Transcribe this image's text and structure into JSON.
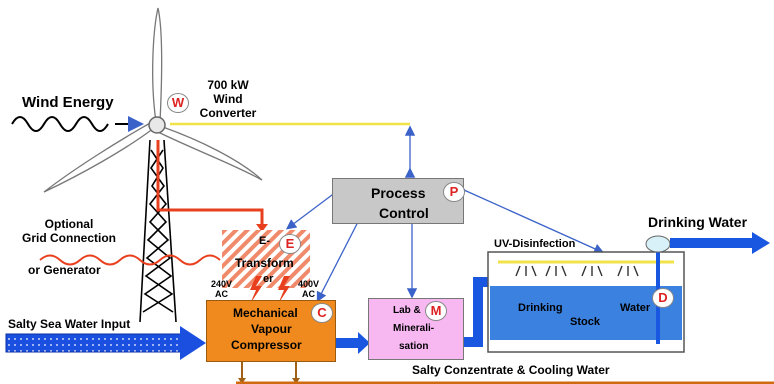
{
  "labels": {
    "wind_energy": "Wind Energy",
    "converter_line1": "700 kW",
    "converter_line2": "Wind",
    "converter_line3": "Converter",
    "optional_line1": "Optional",
    "optional_line2": "Grid Connection",
    "optional_line3": "or Generator",
    "salty_input": "Salty Sea Water Input",
    "drinking_water": "Drinking Water",
    "uv": "UV-Disinfection",
    "salty_out": "Salty Conzentrate & Cooling Water"
  },
  "process_control": {
    "line1": "Process",
    "line2": "Control",
    "badge": "P"
  },
  "transformer": {
    "line1": "E-",
    "line2": "Transform",
    "line3": "er",
    "badge": "E",
    "v_left": "240V",
    "v_left_unit": "AC",
    "v_right": "400V",
    "v_right_unit": "AC"
  },
  "compressor": {
    "line1": "Mechanical",
    "line2": "Vapour",
    "line3": "Compressor",
    "badge": "C"
  },
  "lab": {
    "line1": "Lab &",
    "line2": "Minerali-",
    "line3": "sation",
    "badge": "M"
  },
  "stock": {
    "line1": "Drinking",
    "line2": "Water",
    "line3": "Stock",
    "badge": "D"
  },
  "wind_badge": "W",
  "colors": {
    "compressor": "#f08a1e",
    "lab": "#f7b8f2",
    "process": "#c8c8c8",
    "stock": "#3b82e0",
    "arrow_blue": "#1a57e0",
    "power_red": "#e8401e",
    "signal_blue": "#3a62c8",
    "signal_yellow": "#f2e24a"
  }
}
